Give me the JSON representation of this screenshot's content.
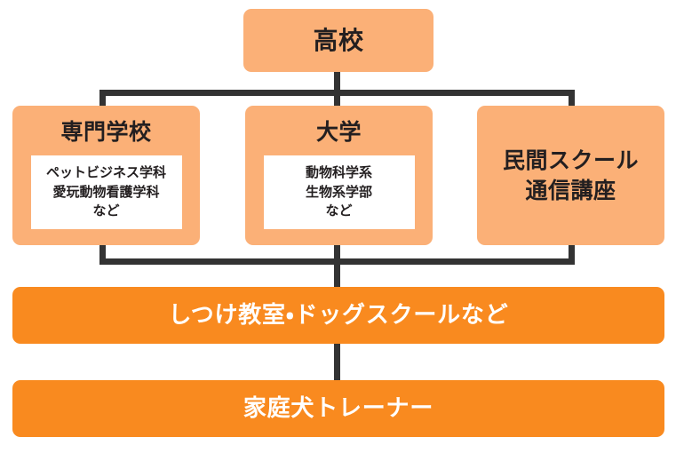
{
  "diagram": {
    "type": "flowchart",
    "orientation": "top-down",
    "colors": {
      "node_light": "#fbb077",
      "node_solid": "#f98a1f",
      "connector": "#333333",
      "panel": "#ffffff",
      "text_dark": "#231f20",
      "text_light": "#ffffff"
    },
    "nodes": {
      "highschool": {
        "title": "高校"
      },
      "vocational": {
        "title": "専門学校",
        "details": [
          "ペットビジネス学科",
          "愛玩動物看護学科",
          "など"
        ]
      },
      "university": {
        "title": "大学",
        "details": [
          "動物科学系",
          "生物系学部",
          "など"
        ]
      },
      "private": {
        "title_line1": "民間スクール",
        "title_line2": "通信講座"
      },
      "school": {
        "title": "しつけ教室・ドッグスクールなど"
      },
      "trainer": {
        "title": "家庭犬トレーナー"
      }
    },
    "edges": [
      {
        "from": "highschool",
        "to": "vocational"
      },
      {
        "from": "highschool",
        "to": "university"
      },
      {
        "from": "highschool",
        "to": "private"
      },
      {
        "from": "vocational",
        "to": "school"
      },
      {
        "from": "university",
        "to": "school"
      },
      {
        "from": "private",
        "to": "school"
      },
      {
        "from": "school",
        "to": "trainer"
      }
    ]
  }
}
